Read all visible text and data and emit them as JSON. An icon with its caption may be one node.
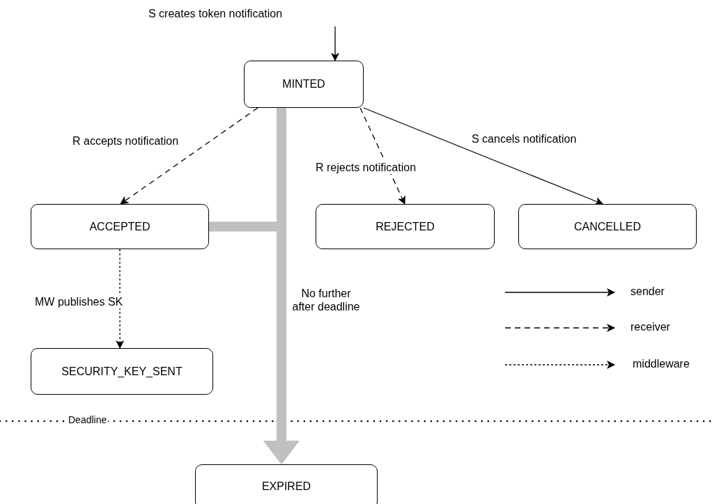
{
  "diagram": {
    "nodes": [
      {
        "text": [
          "MINTED"
        ]
      },
      {
        "text": [
          "ACCEPTED"
        ]
      },
      {
        "text": [
          "REJECTED"
        ]
      },
      {
        "text": [
          "CANCELLED"
        ]
      },
      {
        "text": [
          "SECURITY_KEY_SENT"
        ]
      },
      {
        "text": [
          "EXPIRED"
        ]
      }
    ],
    "edges": [
      {
        "from": null,
        "to": 0,
        "arrow": "to",
        "label": "S creates token notification"
      },
      {
        "from": 0,
        "to": 1,
        "arrow": "to",
        "label": "R accepts notification",
        "style": "dashed"
      },
      {
        "from": 0,
        "to": 2,
        "arrow": "to",
        "label": "R rejects notification",
        "style": "dashed"
      },
      {
        "from": 0,
        "to": 3,
        "arrow": "to",
        "label": "S cancels notification"
      },
      {
        "from": 1,
        "to": 4,
        "arrow": "to",
        "label": "MW publishes SK",
        "style": "dashed"
      },
      {
        "from": 0,
        "to": 5,
        "arrow": "to",
        "label": "No further after deadline",
        "style": "thick",
        "color": "#c0c0c0"
      },
      {
        "from": 1,
        "to": 5,
        "arrow": "to",
        "style": "thick",
        "color": "#c0c0c0"
      }
    ],
    "labels": [
      "Deadline"
    ],
    "legend": [
      {
        "text": "sender"
      },
      {
        "text": "receiver"
      },
      {
        "text": "middleware"
      }
    ]
  }
}
